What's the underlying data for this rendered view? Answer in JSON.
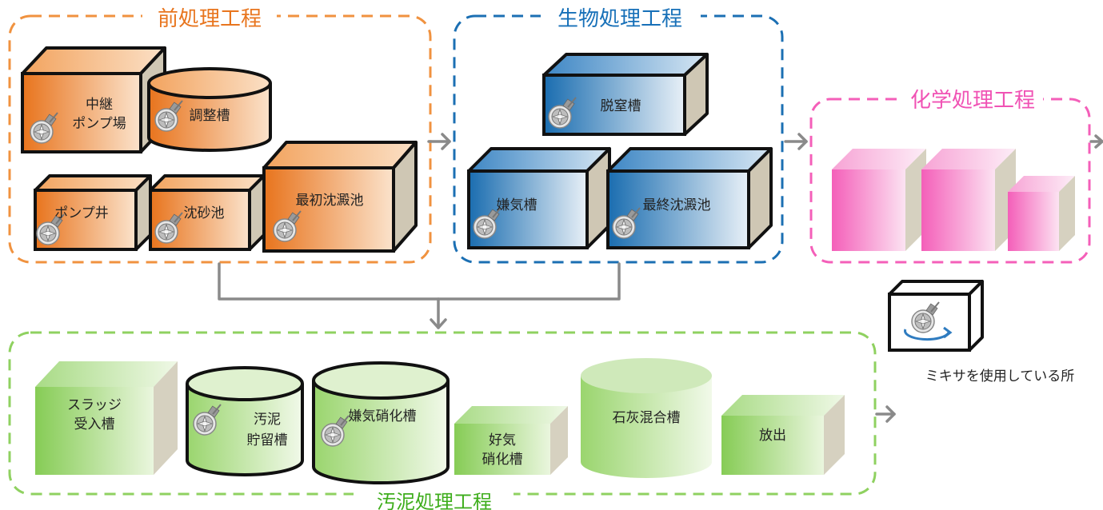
{
  "colors": {
    "orange": "#F0923F",
    "blue": "#1B6FB3",
    "pink": "#F45FB9",
    "green": "#8FD160",
    "arrow": "#8A8A8A",
    "title_orange": "#E8751E",
    "title_blue": "#1770B8",
    "title_pink": "#F052B4",
    "title_green": "#3EAD1C"
  },
  "sections": {
    "pre": {
      "title": "前処理工程"
    },
    "bio": {
      "title": "生物処理工程"
    },
    "chem": {
      "title": "化学処理工程"
    },
    "sludge": {
      "title": "汚泥処理工程"
    }
  },
  "units": {
    "relay_pump": {
      "label_line1": "中継",
      "label_line2": "ポンプ場"
    },
    "adjust_tank": {
      "label": "調整槽"
    },
    "pump_well": {
      "label": "ポンプ井"
    },
    "grit_chamber": {
      "label": "沈砂池"
    },
    "primary_sed": {
      "label": "最初沈澱池"
    },
    "denitrif": {
      "label": "脱窒槽"
    },
    "anaerobic": {
      "label": "嫌気槽"
    },
    "final_sed": {
      "label": "最終沈澱池"
    },
    "sludge_recv": {
      "label_line1": "スラッジ",
      "label_line2": "受入槽"
    },
    "sludge_store": {
      "label_line1": "汚泥",
      "label_line2": "貯留槽"
    },
    "anaer_digest": {
      "label": "嫌気硝化槽"
    },
    "aer_digest": {
      "label_line1": "好気",
      "label_line2": "硝化槽"
    },
    "lime_mix": {
      "label": "石灰混合槽"
    },
    "discharge": {
      "label": "放出"
    }
  },
  "legend": {
    "label": "ミキサを使用している所",
    "icon": "mixer-icon"
  }
}
